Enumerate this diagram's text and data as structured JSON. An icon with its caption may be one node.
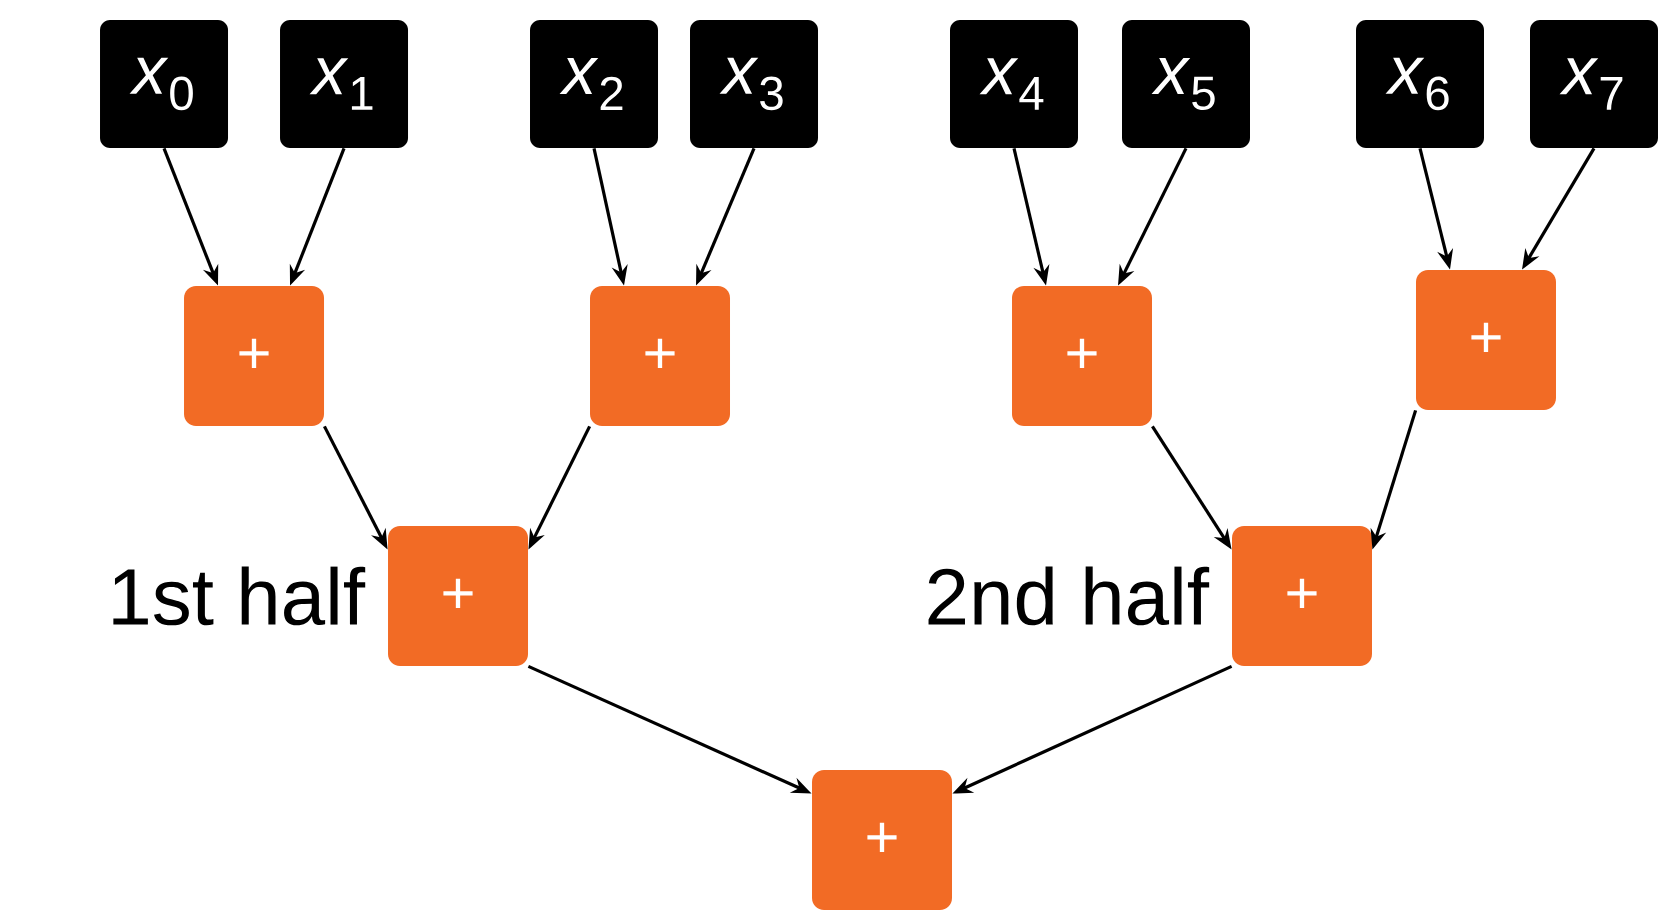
{
  "diagram": {
    "nodes": [
      {
        "text": [
          "*x*$_{0}$"
        ]
      },
      {
        "text": [
          "*x*$_{1}$"
        ]
      },
      {
        "text": [
          "*x*$_{2}$"
        ]
      },
      {
        "text": [
          "*x*$_{3}$"
        ]
      },
      {
        "text": [
          "*x*$_{4}$"
        ]
      },
      {
        "text": [
          "*x*$_{5}$"
        ]
      },
      {
        "text": [
          "*x*$_{6}$"
        ]
      },
      {
        "text": [
          "*x*$_{7}$"
        ]
      },
      {
        "text": [
          "+"
        ]
      },
      {
        "text": [
          "+"
        ]
      },
      {
        "text": [
          "+"
        ]
      },
      {
        "text": [
          "+"
        ]
      },
      {
        "text": [
          "+"
        ],
        "beside": [
          "1st half"
        ]
      },
      {
        "text": [
          "+"
        ],
        "beside": [
          "2nd half"
        ]
      },
      {
        "text": [
          "+"
        ]
      }
    ],
    "edges": [
      {
        "from": 0,
        "to": 8,
        "arrow": "to"
      },
      {
        "from": 1,
        "to": 8,
        "arrow": "to"
      },
      {
        "from": 2,
        "to": 9,
        "arrow": "to"
      },
      {
        "from": 3,
        "to": 9,
        "arrow": "to"
      },
      {
        "from": 4,
        "to": 10,
        "arrow": "to"
      },
      {
        "from": 5,
        "to": 10,
        "arrow": "to"
      },
      {
        "from": 6,
        "to": 11,
        "arrow": "to"
      },
      {
        "from": 7,
        "to": 11,
        "arrow": "to"
      },
      {
        "from": 8,
        "to": 12,
        "arrow": "to"
      },
      {
        "from": 9,
        "to": 12,
        "arrow": "to"
      },
      {
        "from": 10,
        "to": 13,
        "arrow": "to"
      },
      {
        "from": 11,
        "to": 13,
        "arrow": "to"
      },
      {
        "from": 12,
        "to": 14,
        "arrow": "to"
      },
      {
        "from": 13,
        "to": 14,
        "arrow": "to"
      }
    ]
  }
}
